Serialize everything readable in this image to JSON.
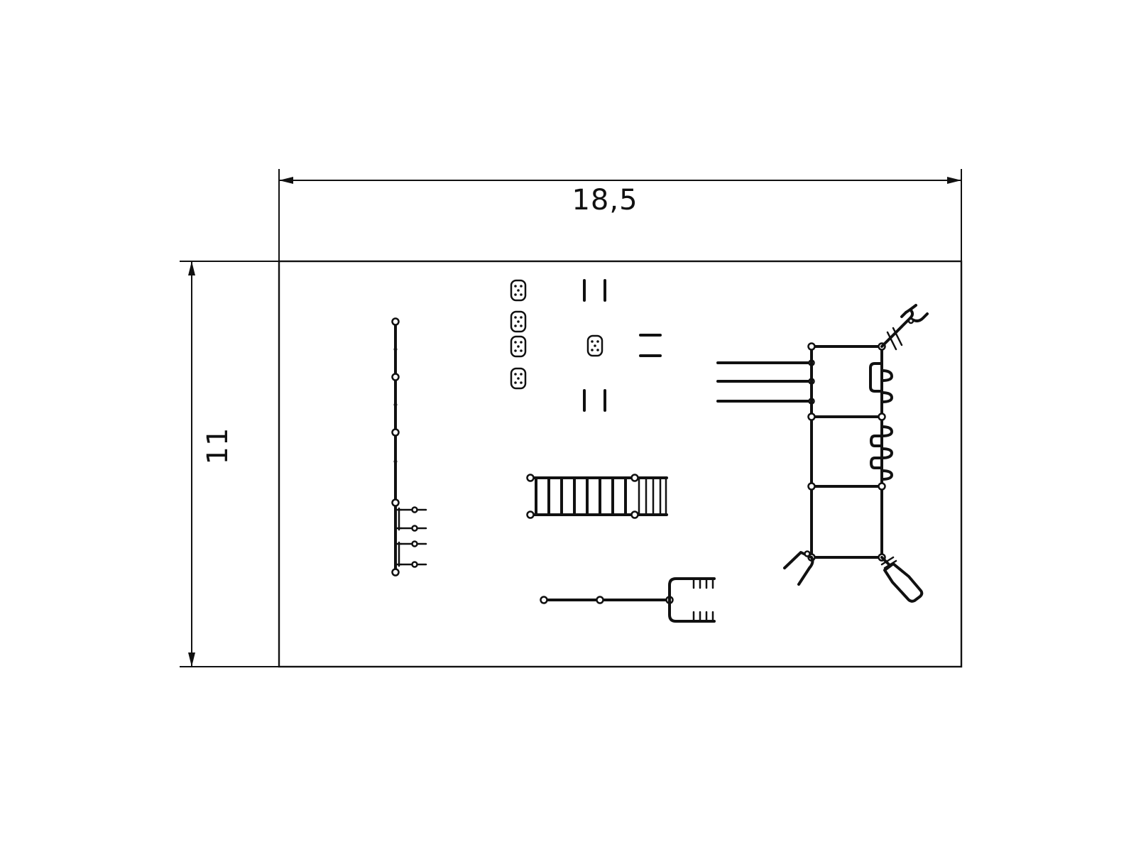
{
  "drawing": {
    "width_dimension": {
      "label": "18,5",
      "value": 18.5
    },
    "height_dimension": {
      "label": "11",
      "value": 11
    }
  }
}
